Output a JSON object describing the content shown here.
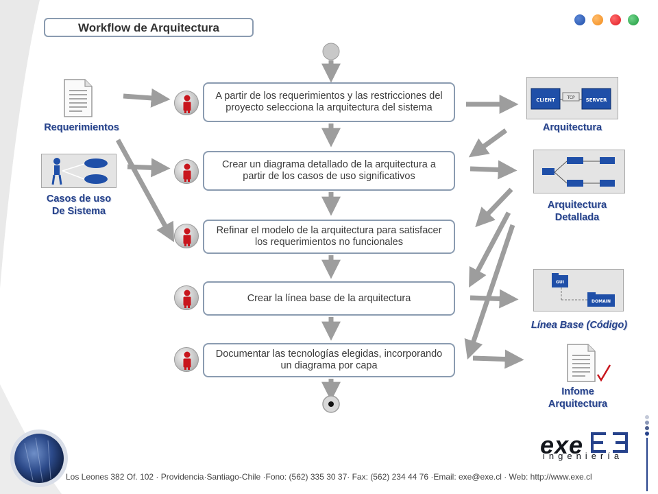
{
  "header": {
    "title": "Workflow de Arquitectura"
  },
  "colors": {
    "dot_blue": "#1f4fa8",
    "dot_orange": "#f28c1c",
    "dot_red": "#e01b24",
    "dot_green": "#1e9a3c",
    "label_blue": "#26428b",
    "arrow_gray": "#9d9d9d",
    "actor_red": "#c8161d"
  },
  "steps": [
    "A partir de los requerimientos y las restricciones del proyecto selecciona la arquitectura del sistema",
    "Crear un diagrama detallado de la arquitectura a partir de los casos de uso significativos",
    "Refinar el modelo de la arquitectura para satisfacer los requerimientos no funcionales",
    "Crear la línea base de la arquitectura",
    "Documentar las tecnologías elegidas, incorporando un diagrama por capa"
  ],
  "inputs": {
    "requerimientos": "Requerimientos",
    "casos_line1": "Casos de uso",
    "casos_line2": "De Sistema"
  },
  "outputs": {
    "arquitectura": "Arquitectura",
    "detallada_line1": "Arquitectura",
    "detallada_line2": "Detallada",
    "linea_base": "Línea Base (Código)",
    "infome_line1": "Infome",
    "infome_line2": "Arquitectura"
  },
  "thumbnails": {
    "client": "CLIENT",
    "server": "SERVER",
    "tcp": "TCP",
    "gui": "GUI",
    "domain": "DOMAIN"
  },
  "footer": {
    "address": "Los Leones 382 Of. 102 · Providencia·Santiago-Chile ·Fono: (562) 335 30 37· Fax: (562) 234 44 76 ·Email: exe@exe.cl · Web: http://www.exe.cl",
    "logo_word": "exe",
    "logo_sub": "ingeniería"
  }
}
